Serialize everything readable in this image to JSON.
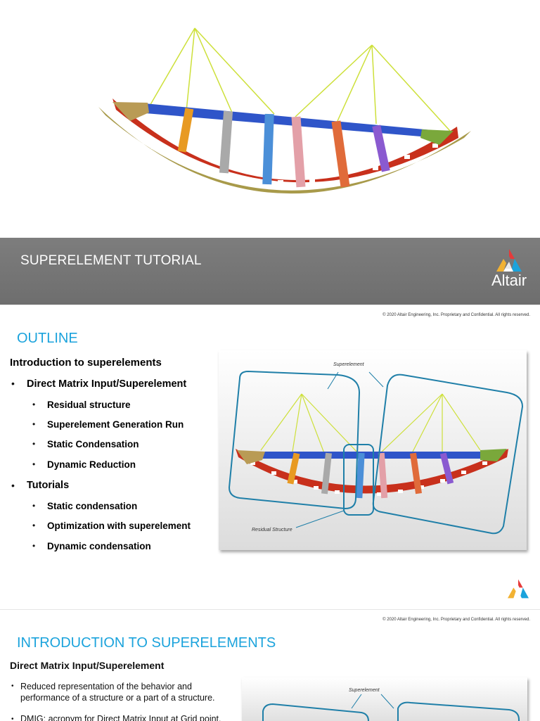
{
  "slide1": {
    "title": "SUPERELEMENT TUTORIAL",
    "brand_name": "Altair",
    "logo_icon": "altair-triangle-logo-icon"
  },
  "slide2": {
    "copyright": "© 2020 Altair Engineering, Inc. Proprietary and Confidential. All rights reserved.",
    "heading": "OUTLINE",
    "items": [
      {
        "text": "Introduction to superelements"
      },
      {
        "text": "Direct Matrix Input/Superelement"
      },
      {
        "text": "Residual structure"
      },
      {
        "text": "Superelement Generation Run"
      },
      {
        "text": "Static Condensation"
      },
      {
        "text": "Dynamic Reduction"
      },
      {
        "text": "Tutorials"
      },
      {
        "text": "Static condensation"
      },
      {
        "text": "Optimization with superelement"
      },
      {
        "text": "Dynamic condensation"
      }
    ],
    "figure": {
      "label_superelement": "Superelement",
      "label_residual": "Residual Structure"
    }
  },
  "slide3": {
    "copyright": "© 2020 Altair Engineering, Inc. Proprietary and Confidential. All rights reserved.",
    "heading": "INTRODUCTION TO SUPERELEMENTS",
    "subheading": "Direct Matrix Input/Superelement",
    "bullets": [
      "Reduced representation of the behavior and performance of a structure or a part of a structure.",
      "DMIG: acronym for Direct Matrix Input at Grid point."
    ],
    "figure": {
      "label_superelement": "Superelement"
    }
  },
  "colors": {
    "accent": "#1ba3dc",
    "title_bar": "#757575",
    "deck_blue": "#2f55c9",
    "arch_red": "#d0321e",
    "cable_yellow": "#cde03a"
  }
}
